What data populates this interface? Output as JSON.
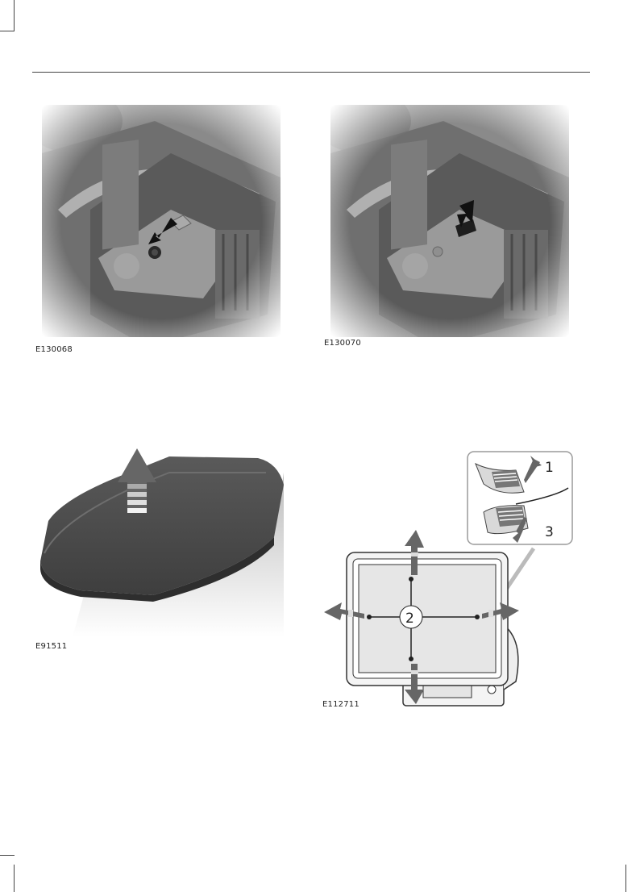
{
  "figures": [
    {
      "code": "E130068"
    },
    {
      "code": "E130070"
    },
    {
      "code": "E91511"
    },
    {
      "code": "E112711",
      "callouts": [
        "1",
        "2",
        "3"
      ]
    }
  ]
}
